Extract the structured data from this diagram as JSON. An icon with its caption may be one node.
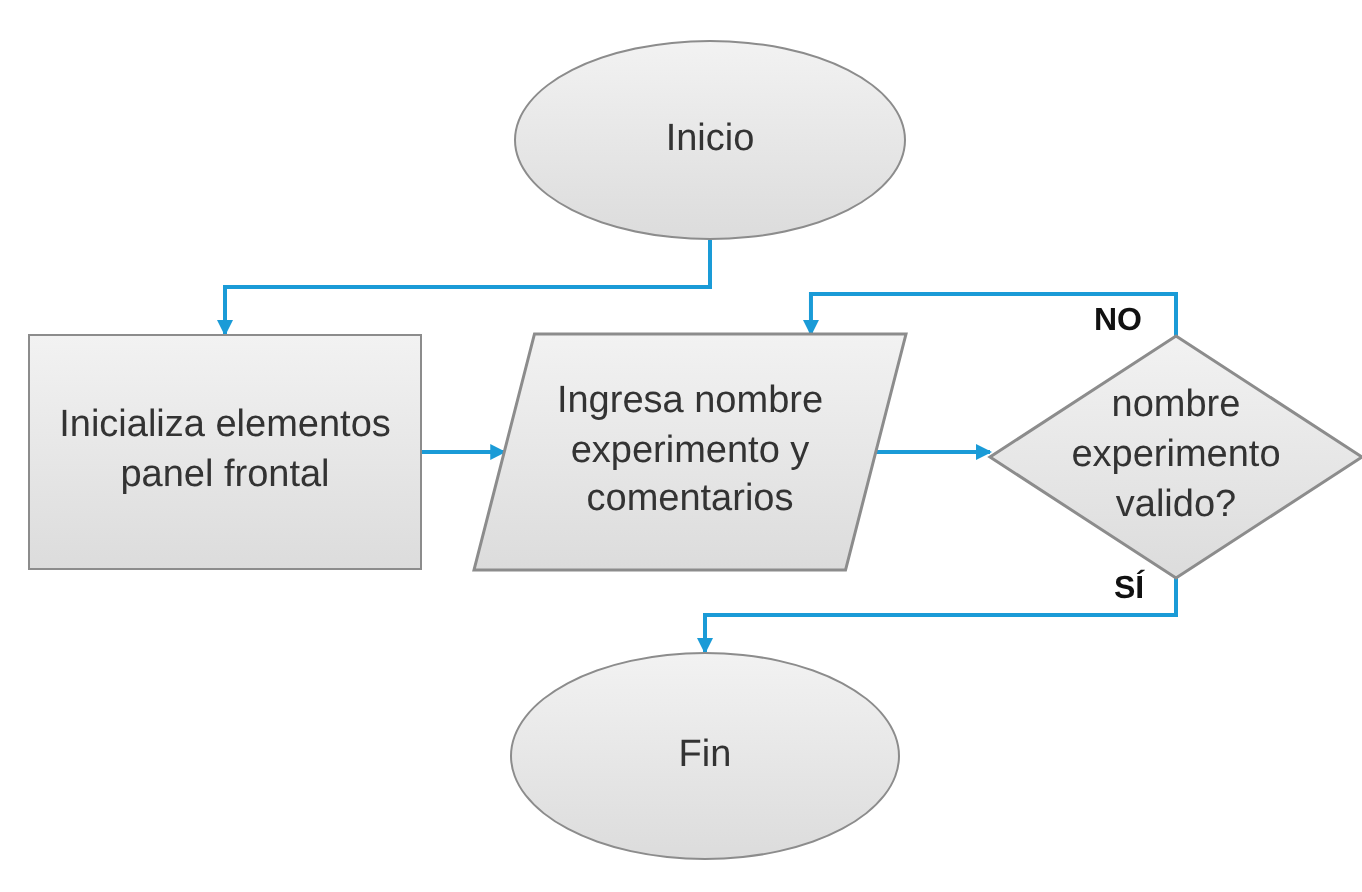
{
  "diagram": {
    "nodes": [
      {
        "text": [
          "Inicio"
        ]
      },
      {
        "text": [
          "Inicializa elementos panel frontal"
        ]
      },
      {
        "text": [
          "Ingresa nombre experimento y comentarios"
        ]
      },
      {
        "text": [
          "nombre experimento valido?"
        ]
      },
      {
        "text": [
          "Fin"
        ]
      }
    ],
    "edges": [
      {
        "from": 0,
        "to": 1,
        "arrow": "to"
      },
      {
        "from": 1,
        "to": 2,
        "arrow": "to"
      },
      {
        "from": 2,
        "to": 3,
        "arrow": "to"
      },
      {
        "from": 3,
        "to": 2,
        "arrow": "to",
        "label": "NO"
      },
      {
        "from": 3,
        "to": 4,
        "arrow": "to",
        "label": "SÍ"
      }
    ]
  }
}
